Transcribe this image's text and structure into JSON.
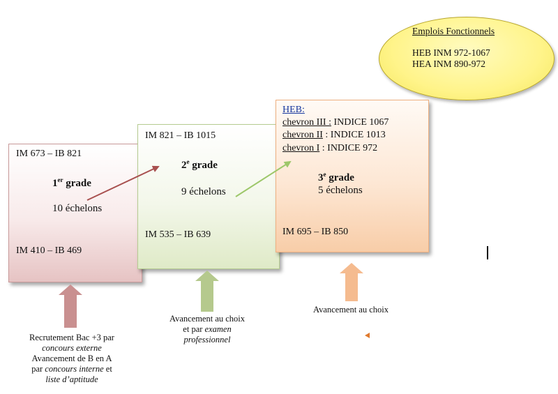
{
  "grade1": {
    "top_indices": "IM 673  – IB 821",
    "grade_num": "1",
    "grade_sup": "er",
    "grade_word": " grade",
    "echelons": "10 échelons",
    "bottom_indices": "IM 410  – IB 469"
  },
  "grade2": {
    "top_indices": "IM 821  – IB 1015",
    "grade_num": "2",
    "grade_sup": "e",
    "grade_word": " grade",
    "echelons": "9 échelons",
    "bottom_indices": "IM 535  – IB 639"
  },
  "grade3": {
    "heb_label": "HEB:",
    "chevron3_label": "chevron III :",
    "chevron3_value": " INDICE 1067",
    "chevron2_label": "chevron II",
    "chevron2_value": " : INDICE 1013",
    "chevron1_label": "chevron I",
    "chevron1_value": " : INDICE 972",
    "grade_num": "3",
    "grade_sup": "e",
    "grade_word": " grade",
    "echelons": "5 échelons",
    "bottom_indices": "IM 695  – IB 850"
  },
  "emplois": {
    "title": "Emplois Fonctionnels",
    "line1": "HEB INM 972-1067",
    "line2": "HEA INM 890-972"
  },
  "captions": {
    "c1_line1": "Recrutement Bac +3 par",
    "c1_line2": "concours externe",
    "c1_line3": "Avancement de B en A",
    "c1_line4a": "par ",
    "c1_line4b": "concours interne",
    "c1_line4c": " et",
    "c1_line5": "liste d’aptitude",
    "c2_line1": "Avancement au choix",
    "c2_line2a": "et par ",
    "c2_line2b": "examen",
    "c2_line3": "professionnel",
    "c3_line1": "Avancement au choix"
  },
  "colors": {
    "arrow_red": "#a8504f",
    "arrow_green": "#9dc76a",
    "up_red": "#c99090",
    "up_green": "#b5c98d",
    "up_orange": "#f5bb8f"
  }
}
